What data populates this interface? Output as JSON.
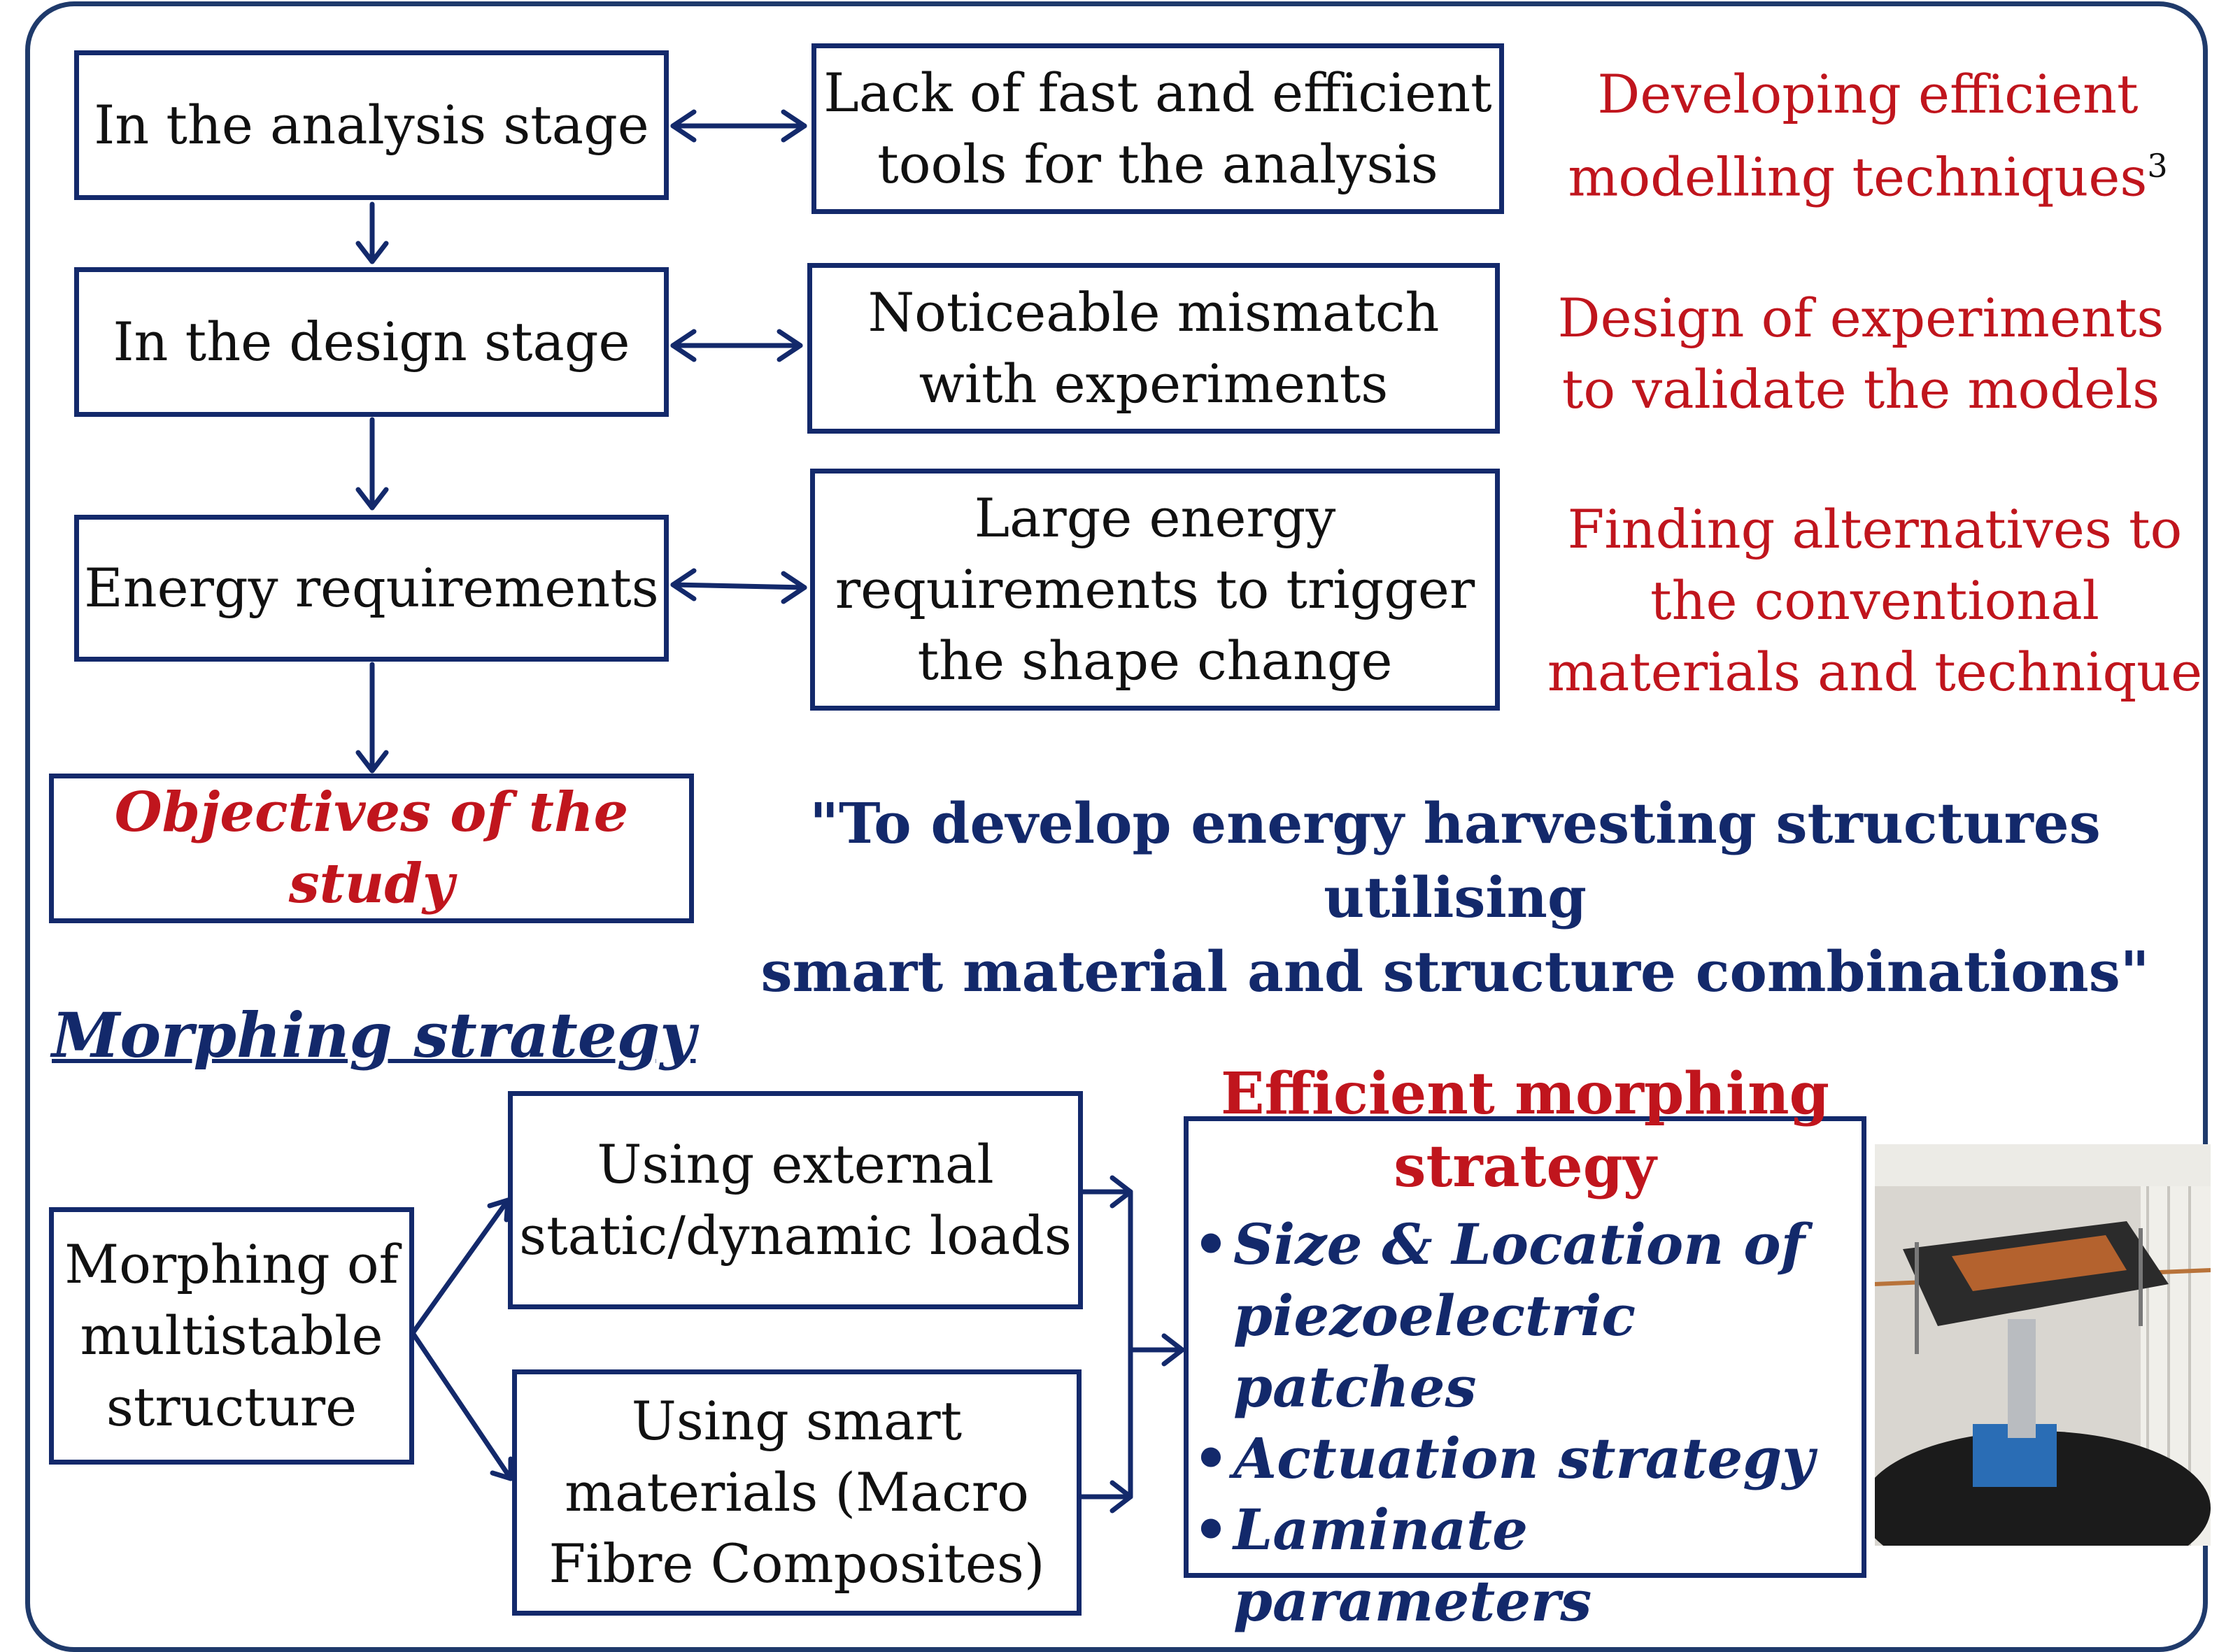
{
  "top_flow": {
    "stages": [
      {
        "label": "In the analysis stage"
      },
      {
        "label": "In the design stage"
      },
      {
        "label": "Energy requirements"
      }
    ],
    "issues": [
      {
        "label": "Lack of fast and efficient\ntools for the analysis"
      },
      {
        "label": "Noticeable mismatch\nwith experiments"
      },
      {
        "label": "Large energy\nrequirements to trigger\nthe shape change"
      }
    ],
    "solutions": [
      {
        "label": "Developing efficient\nmodelling techniques",
        "superscript": "3"
      },
      {
        "label": "Design of experiments\nto validate the models"
      },
      {
        "label": "Finding alternatives to\nthe conventional\nmaterials and technique"
      }
    ]
  },
  "objectives": {
    "label": "Objectives of the study",
    "quote": "\"To develop energy harvesting structures utilising\nsmart material and structure combinations\""
  },
  "morphing": {
    "heading": "Morphing strategy",
    "source": "Morphing of\nmultistable\nstructure",
    "methods": [
      {
        "label": "Using external\nstatic/dynamic loads"
      },
      {
        "label": "Using smart\nmaterials (Macro\nFibre Composites)"
      }
    ],
    "result": {
      "title": "Efficient morphing\nstrategy",
      "bullets": [
        {
          "text": "Size & Location of\npiezoelectric patches"
        },
        {
          "text": "Actuation strategy"
        },
        {
          "text": "Laminate parameters"
        }
      ]
    }
  },
  "colors": {
    "navy": "#13296b",
    "red": "#c0151d"
  }
}
